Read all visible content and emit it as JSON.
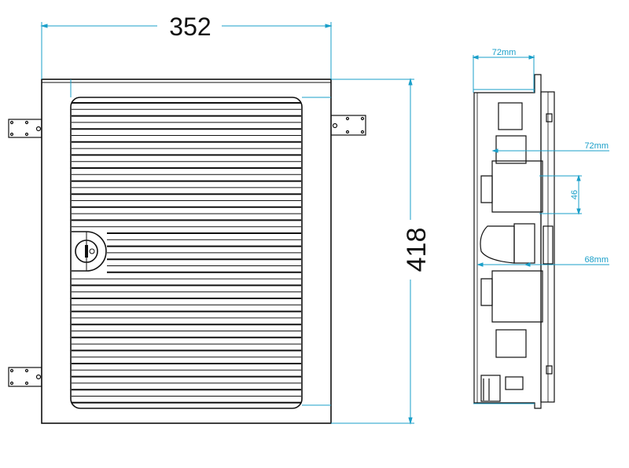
{
  "front_view": {
    "width_label": "352",
    "height_label": "418"
  },
  "side_view": {
    "depth_top_label": "72mm",
    "depth_middle_label": "72mm",
    "rail_spacing_label": "46",
    "depth_bottom_label": "68mm"
  },
  "colors": {
    "line": "#111111",
    "dimension": "#1a9fc9"
  }
}
